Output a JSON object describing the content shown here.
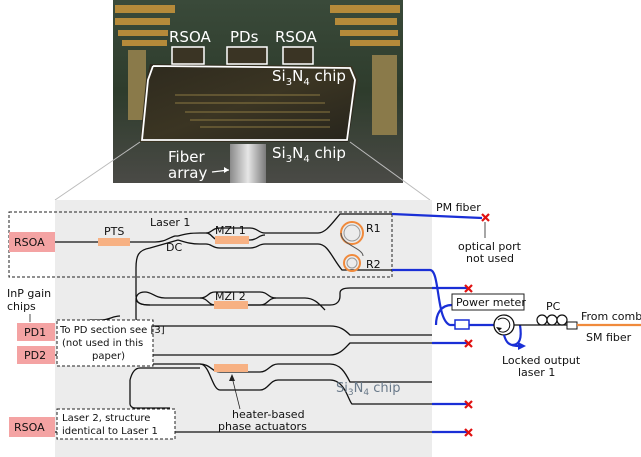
{
  "photo": {
    "rsoa_left": "RSOA",
    "pds": "PDs",
    "rsoa_right": "RSOA",
    "chip_top_base": "Si",
    "chip_top_sub": "3",
    "chip_top_mid": "N",
    "chip_top_sub2": "4",
    "chip_top_tail": " chip",
    "chip_bottom_base": "Si",
    "chip_bottom_sub": "3",
    "chip_bottom_mid": "N",
    "chip_bottom_sub2": "4",
    "chip_bottom_tail": " chip",
    "fiber_line1": "Fiber",
    "fiber_line2": "array"
  },
  "schematic": {
    "laser1": "Laser 1",
    "pts": "PTS",
    "dc": "DC",
    "mzi1": "MZI 1",
    "mzi2": "MZI 2",
    "r1": "R1",
    "r2": "R2",
    "rsoa1": "RSOA",
    "rsoa2": "RSOA",
    "inp_line1": "InP gain",
    "inp_line2": "chips",
    "pd1": "PD1",
    "pd2": "PD2",
    "pd_note_line1": "To PD section see [3]",
    "pd_note_line2": "(not used in this",
    "pd_note_line3": "paper)",
    "laser2_line1": "Laser 2, structure",
    "laser2_line2": "identical to Laser 1",
    "heater_line1": "heater-based",
    "heater_line2": "phase actuators",
    "chip_label_base": "Si",
    "chip_label_sub": "3",
    "chip_label_mid": "N",
    "chip_label_sub2": "4",
    "chip_label_tail": " chip",
    "pm_fiber": "PM fiber",
    "optical_port_line1": "optical port",
    "optical_port_line2": "not used",
    "power_meter": "Power meter",
    "pc": "PC",
    "from_comb": "From comb",
    "sm_fiber": "SM fiber",
    "locked_line1": "Locked output",
    "locked_line2": "laser 1"
  },
  "colors": {
    "rsoa_fill": "#f4a3a3",
    "heater_fill": "#f7b183",
    "chip_background": "#ececec",
    "fiber_blue": "#1a2fd6",
    "cross_red": "#e01010",
    "comb_orange": "#f08a3c"
  }
}
